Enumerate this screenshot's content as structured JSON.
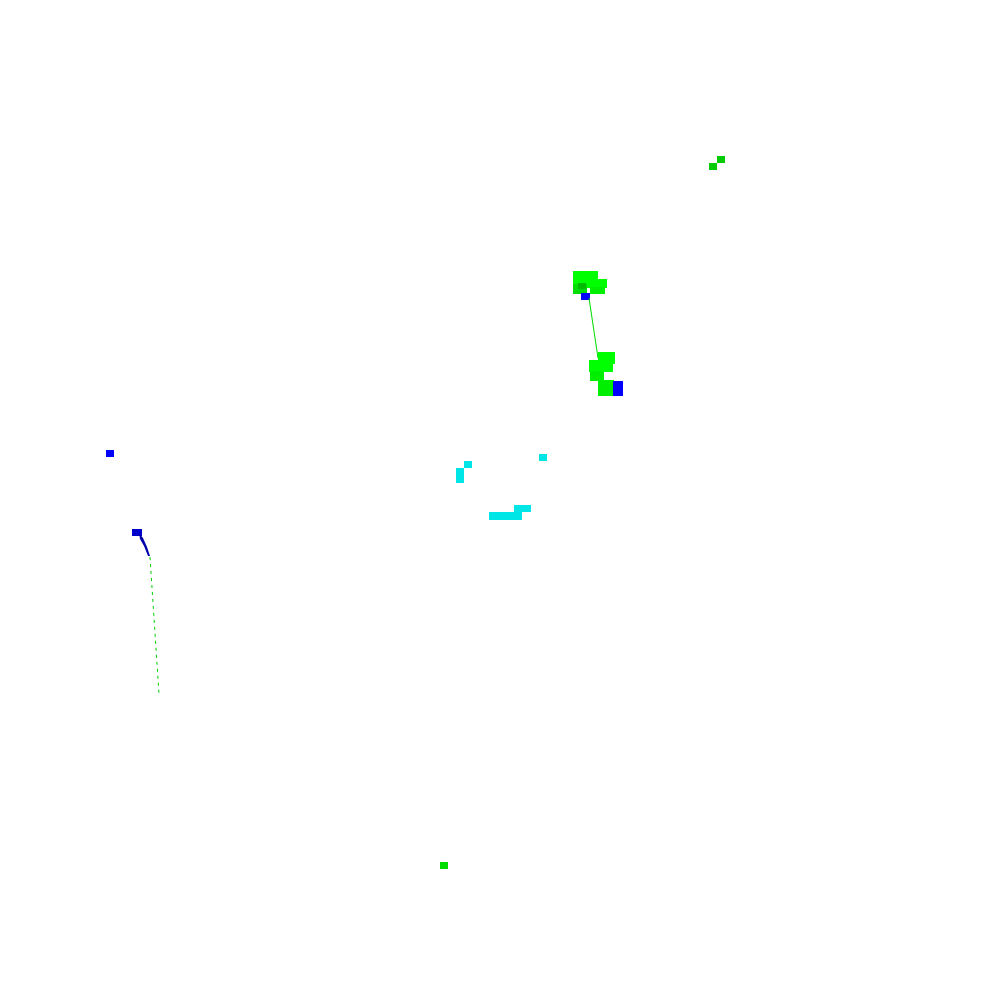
{
  "scene": {
    "background": "#ffffff",
    "palette": {
      "green": "#00ff00",
      "dark_green": "#00cc00",
      "blue": "#0000ff",
      "dark_blue": "#0000aa",
      "cyan": "#00e5e5"
    },
    "cluster_names": [
      "green-cluster-upper",
      "green-cluster-lower",
      "cyan-cluster",
      "blue-arc-left",
      "green-dot-small-top",
      "green-dot-bottom"
    ]
  }
}
